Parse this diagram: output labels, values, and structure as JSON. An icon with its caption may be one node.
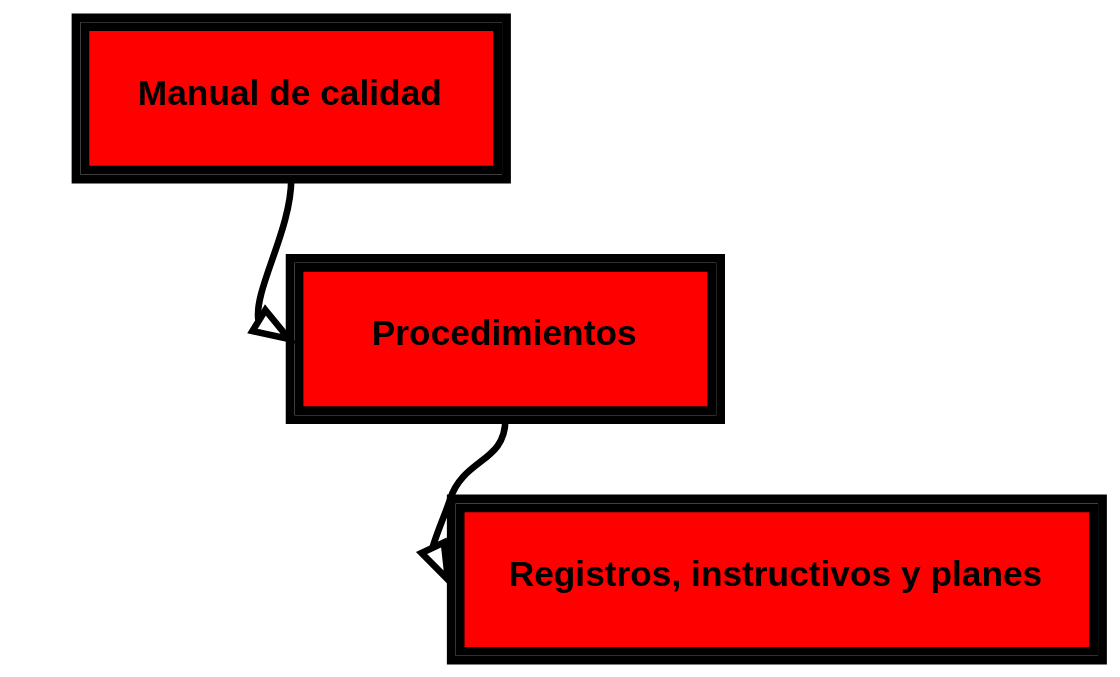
{
  "diagram": {
    "nodes": [
      {
        "text": [
          "Manual de calidad"
        ]
      },
      {
        "text": [
          "Procedimientos"
        ]
      },
      {
        "text": [
          "Registros, instructivos y planes"
        ]
      }
    ],
    "edges": [
      {
        "from": 0,
        "to": 1,
        "arrow": "to"
      },
      {
        "from": 1,
        "to": 2,
        "arrow": "to"
      }
    ]
  }
}
